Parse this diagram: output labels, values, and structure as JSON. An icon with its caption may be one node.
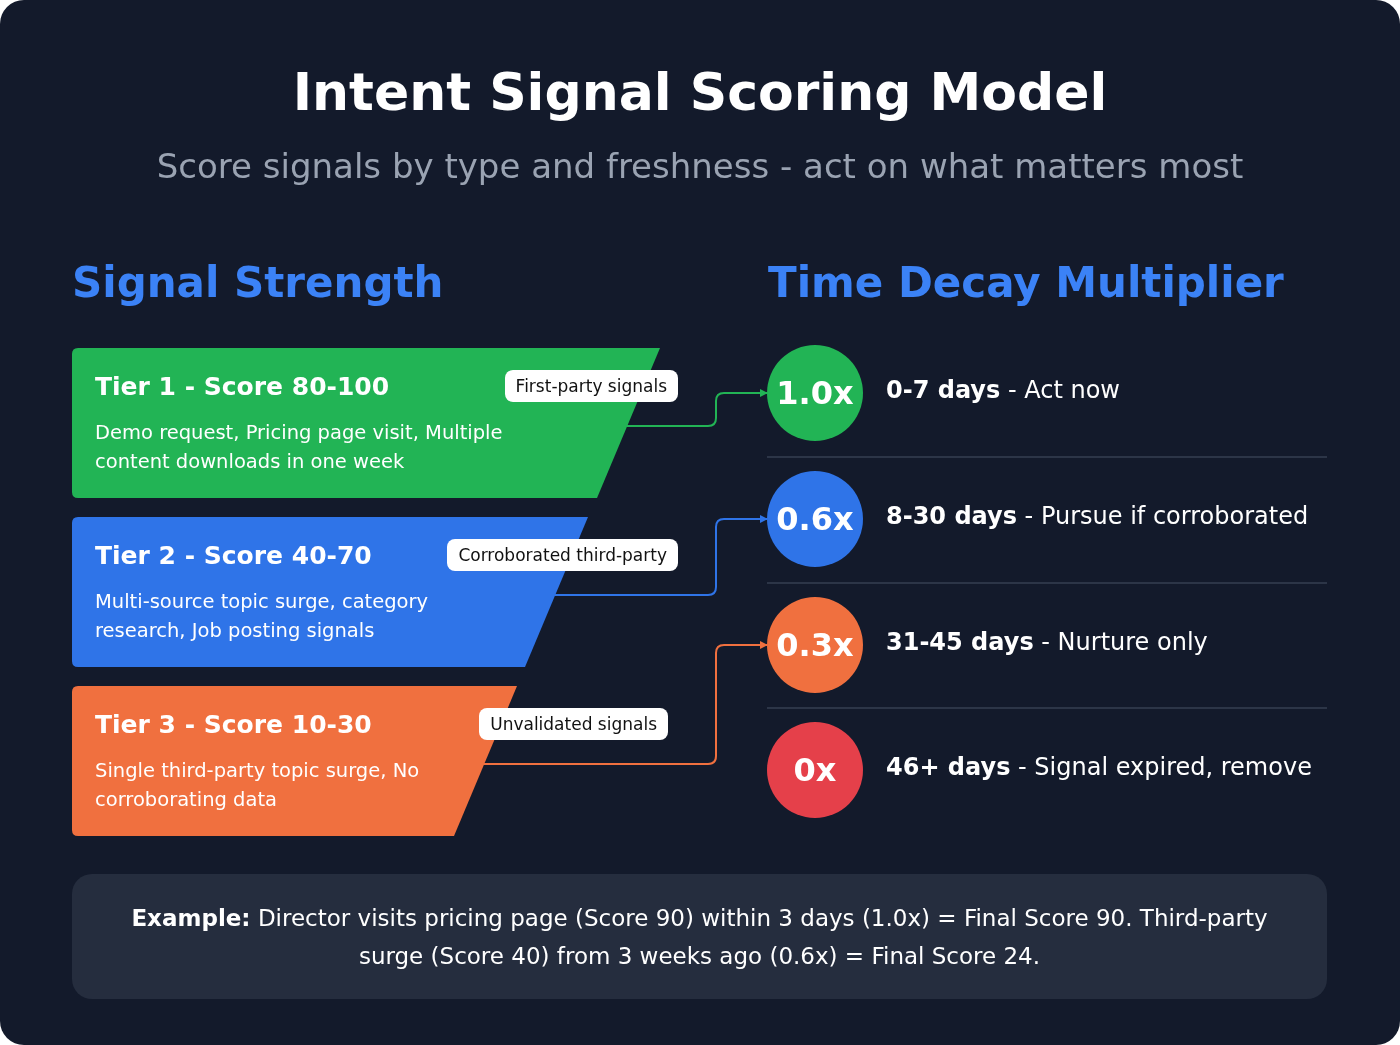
{
  "diagram": {
    "title": "Intent Signal Scoring Model",
    "nodes": [
      {
        "text": [
          "Tier 1 - Score 80-100",
          "Demo request, Pricing page visit, Multiple content downloads in one week"
        ]
      },
      {
        "text": [
          "First-party signals"
        ]
      },
      {
        "text": [
          "Tier 2 - Score 40-70",
          "Multi-source topic surge, category research, Job posting signals"
        ]
      },
      {
        "text": [
          "Corroborated third-party"
        ]
      },
      {
        "text": [
          "Tier 3 - Score 10-30",
          "Single third-party topic surge, No corroborating data"
        ]
      },
      {
        "text": [
          "Unvalidated signals"
        ]
      },
      {
        "text": [
          "1.0x"
        ],
        "beside": [
          "**0-7 days** - Act now"
        ]
      },
      {
        "text": [
          "0.6x"
        ],
        "beside": [
          "**8-30 days** - Pursue if corroborated"
        ]
      },
      {
        "text": [
          "0.3x"
        ],
        "beside": [
          "**31-45 days** - Nurture only"
        ]
      },
      {
        "text": [
          "0x"
        ],
        "beside": [
          "**46+ days** - Signal expired, remove"
        ]
      },
      {
        "text": [
          "**Example:** Director visits pricing page (Score 90) within 3 days (1.0x) = Final Score 90. Third-party surge (Score 40) from 3 weeks ago (0.6x) = Final Score 24."
        ]
      }
    ],
    "edges": [
      {
        "from": 0,
        "to": 6,
        "arrow": "to",
        "color": "#22b455"
      },
      {
        "from": 2,
        "to": 7,
        "arrow": "to",
        "color": "#2f74e8"
      },
      {
        "from": 4,
        "to": 8,
        "arrow": "to",
        "color": "#f0703f"
      }
    ],
    "labels": [
      "Score signals by type and freshness - act on what matters most",
      "Signal Strength",
      "Time Decay Multiplier"
    ]
  }
}
